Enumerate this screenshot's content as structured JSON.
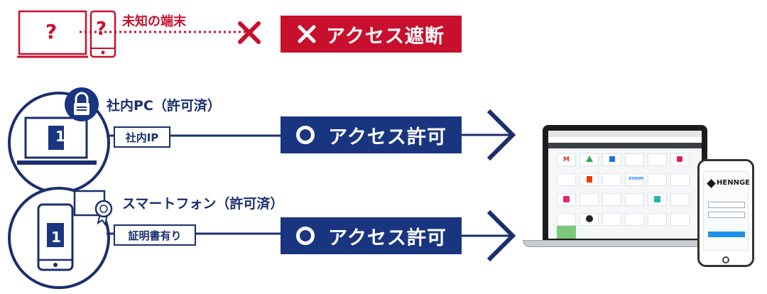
{
  "colors": {
    "denied": "#c8102e",
    "allowed": "#1a3580",
    "text": "#1a2f6e"
  },
  "row_unknown": {
    "label": "未知の端末",
    "question_mark": "?",
    "banner_text": "アクセス遮断"
  },
  "row_pc": {
    "label": "社内PC（許可済）",
    "tag": "社内IP",
    "banner_text": "アクセス許可",
    "device_number": "1"
  },
  "row_phone": {
    "label": "スマートフォン（許可済）",
    "tag": "証明書有り",
    "banner_text": "アクセス許可",
    "device_number": "1"
  },
  "phone_app": {
    "brand": "HENNGE"
  }
}
